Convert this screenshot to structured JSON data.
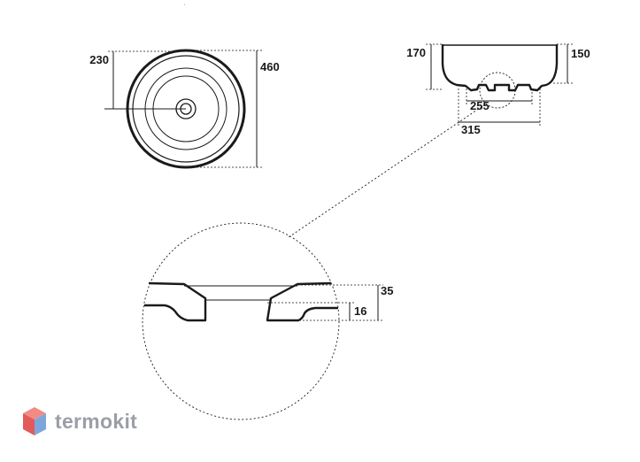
{
  "dimensions": {
    "top_radius": "230",
    "top_diameter": "460",
    "side_height_outer": "170",
    "side_height_inner": "150",
    "base_width": "255",
    "foot_width": "315",
    "detail_height_outer": "35",
    "detail_height_inner": "16"
  },
  "brand": {
    "name": "termokit",
    "logo_icon": "cube-logo-icon",
    "colors": {
      "top": "#f28b84",
      "left": "#e25a5a",
      "right": "#7fa6dc"
    }
  },
  "colors": {
    "line": "#1a1a1a",
    "brand_text": "#9a9fa6"
  }
}
